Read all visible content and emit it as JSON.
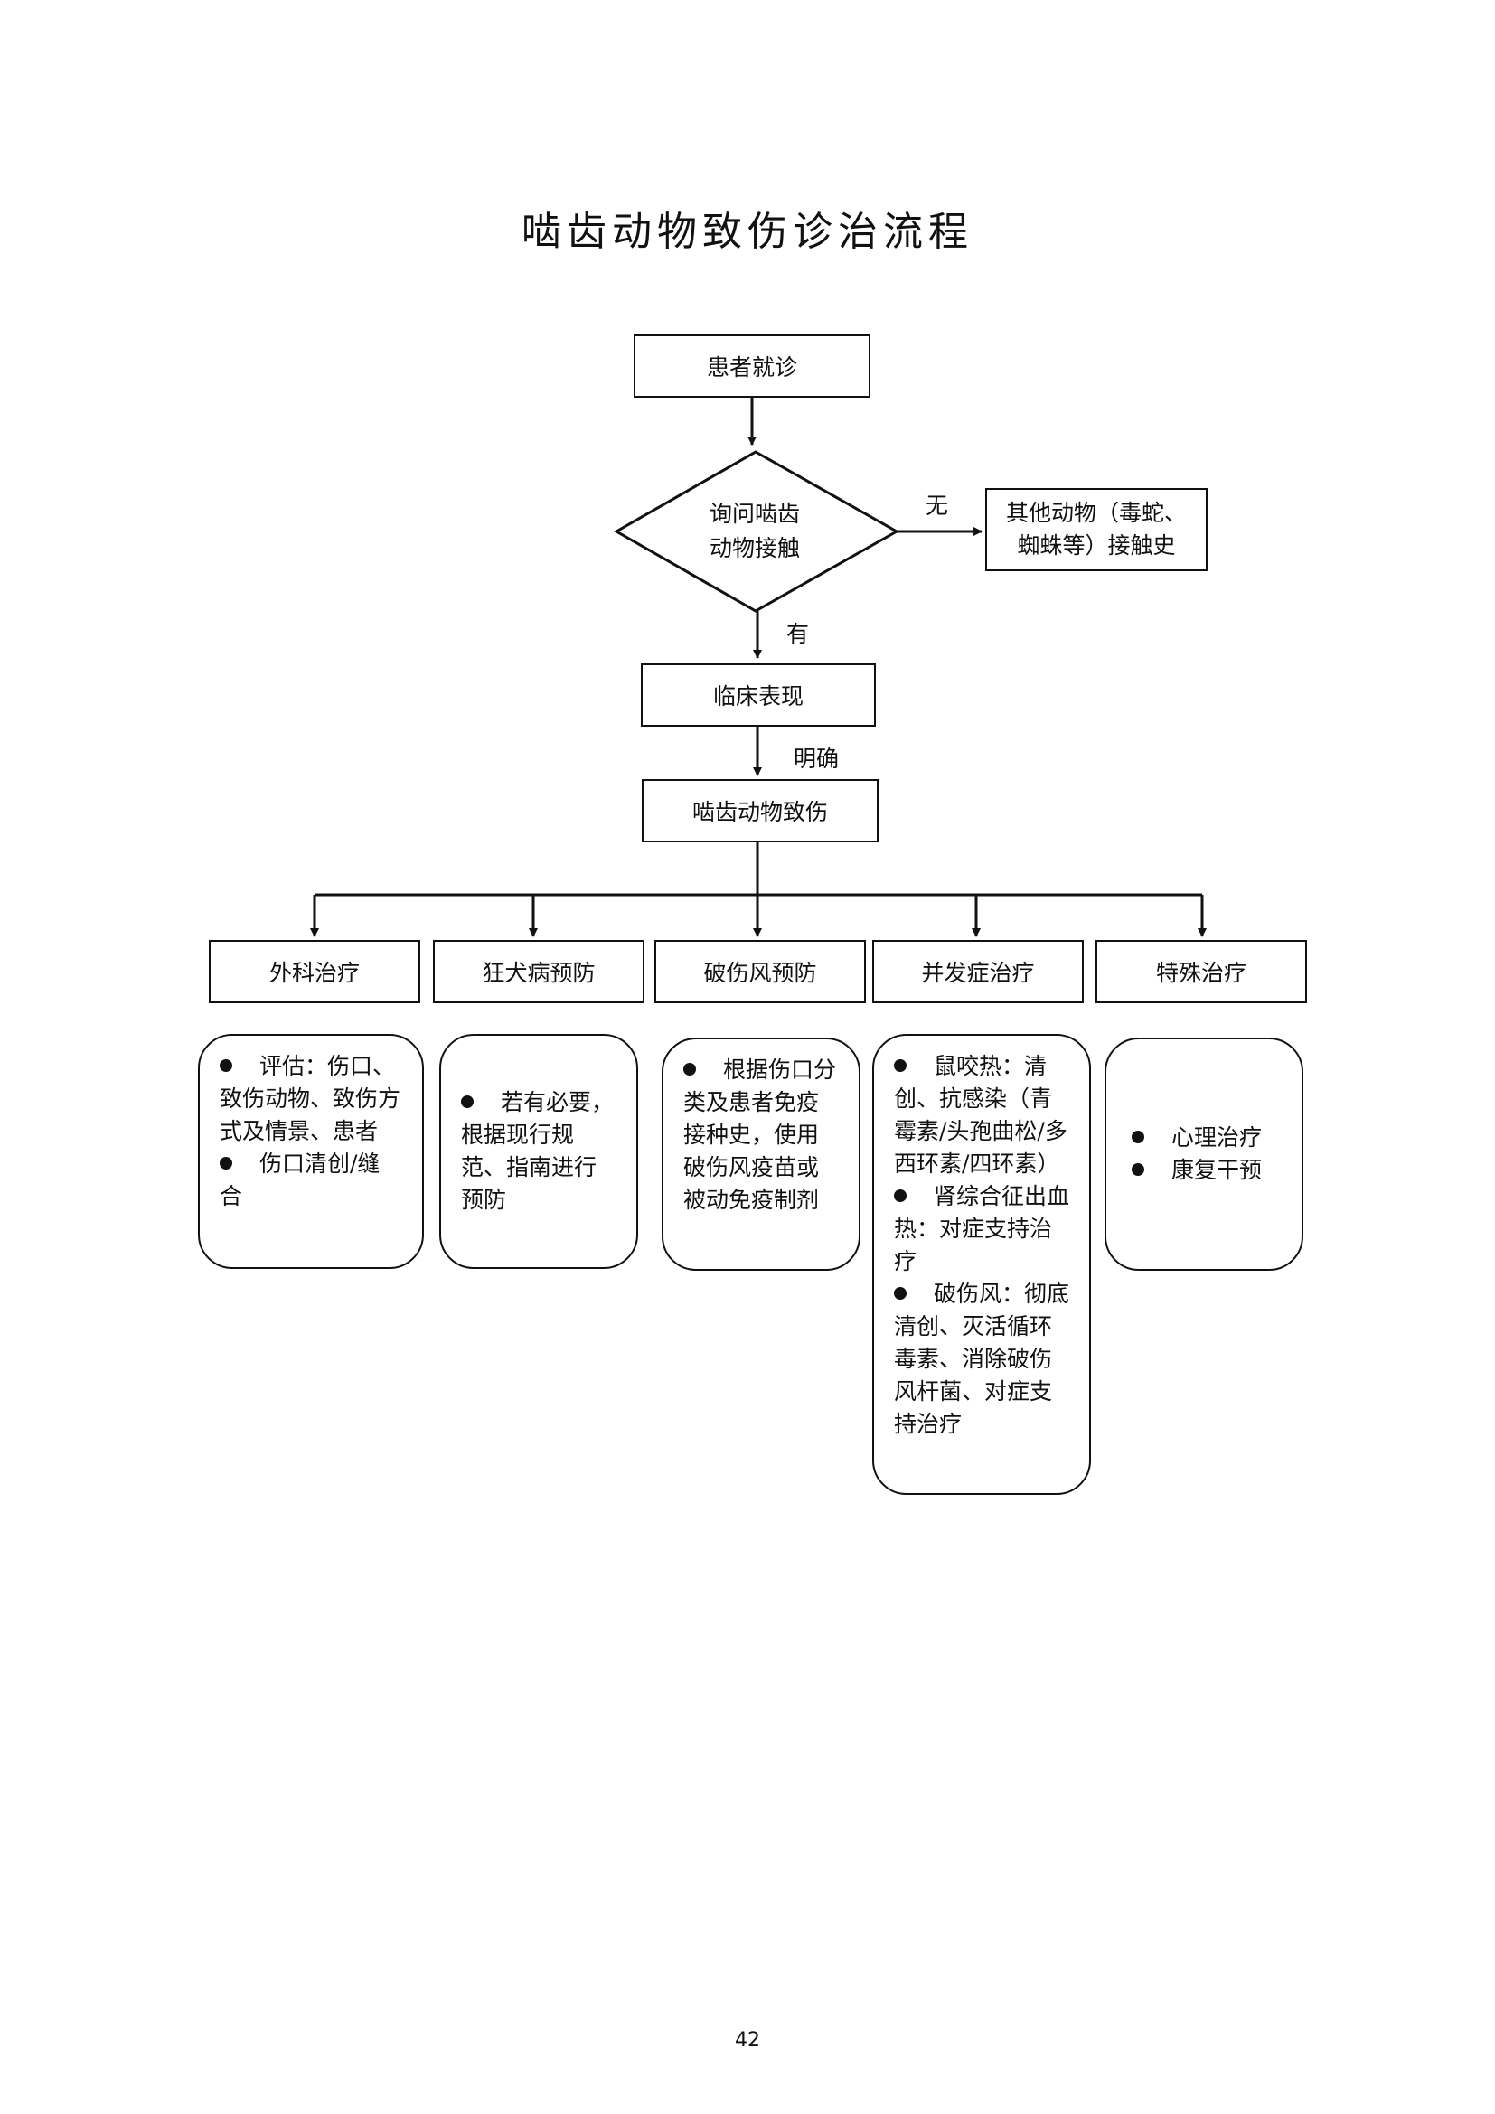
{
  "title": "啮齿动物致伤诊治流程",
  "nodes": {
    "visit": "患者就诊",
    "ask": [
      "询问啮齿",
      "动物接触"
    ],
    "other": [
      "其他动物（毒蛇、",
      "蜘蛛等）接触史"
    ],
    "clinical": "临床表现",
    "injury": "啮齿动物致伤"
  },
  "edge_labels": {
    "no": "无",
    "yes": "有",
    "confirmed": "明确"
  },
  "branches": [
    "外科治疗",
    "狂犬病预防",
    "破伤风预防",
    "并发症治疗",
    "特殊治疗"
  ],
  "details": {
    "surgery": [
      "评估：伤口、致伤动物、致伤方式及情景、患者",
      "伤口清创/缝合"
    ],
    "rabies": [
      "若有必要，根据现行规范、指南进行预防"
    ],
    "tetanus": [
      "根据伤口分类及患者免疫接种史，使用破伤风疫苗或被动免疫制剂"
    ],
    "complication": [
      "鼠咬热：清创、抗感染（青霉素/头孢曲松/多西环素/四环素）",
      "肾综合征出血热：对症支持治疗",
      "破伤风：彻底清创、灭活循环毒素、消除破伤风杆菌、对症支持治疗"
    ],
    "special": [
      "心理治疗",
      "康复干预"
    ]
  },
  "page_number": "42"
}
